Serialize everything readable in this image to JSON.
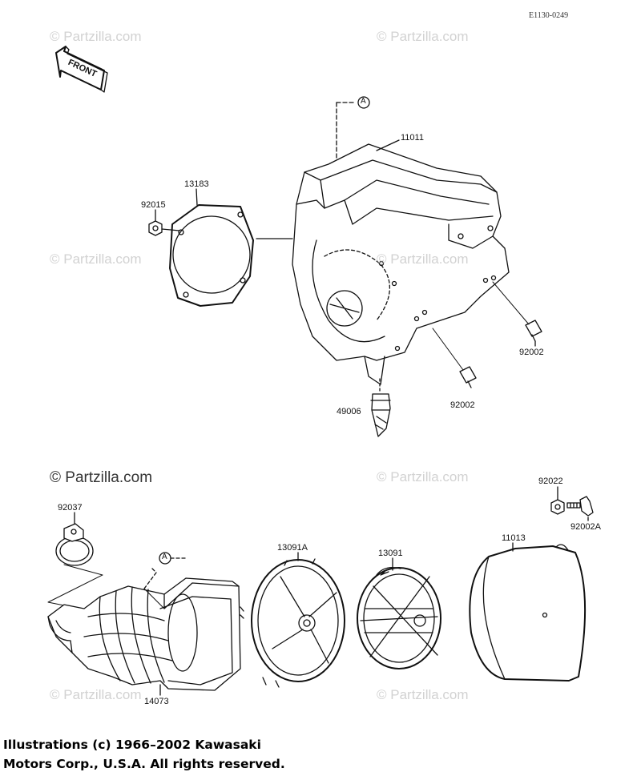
{
  "diagram_code": "E1130-0249",
  "front_label": "FRONT",
  "ref_marker": "A",
  "watermark": "© Partzilla.com",
  "labels": {
    "p11011": "11011",
    "p13183": "13183",
    "p92015": "92015",
    "p92002a": "92002",
    "p92002b": "92002",
    "p49006": "49006",
    "p92037": "92037",
    "p92022": "92022",
    "p92002A": "92002A",
    "p13091A": "13091A",
    "p13091": "13091",
    "p11013": "11013",
    "p14073": "14073"
  },
  "copyright_line1": "Illustrations (c) 1966–2002 Kawasaki",
  "copyright_line2": "Motors Corp., U.S.A.  All rights reserved."
}
